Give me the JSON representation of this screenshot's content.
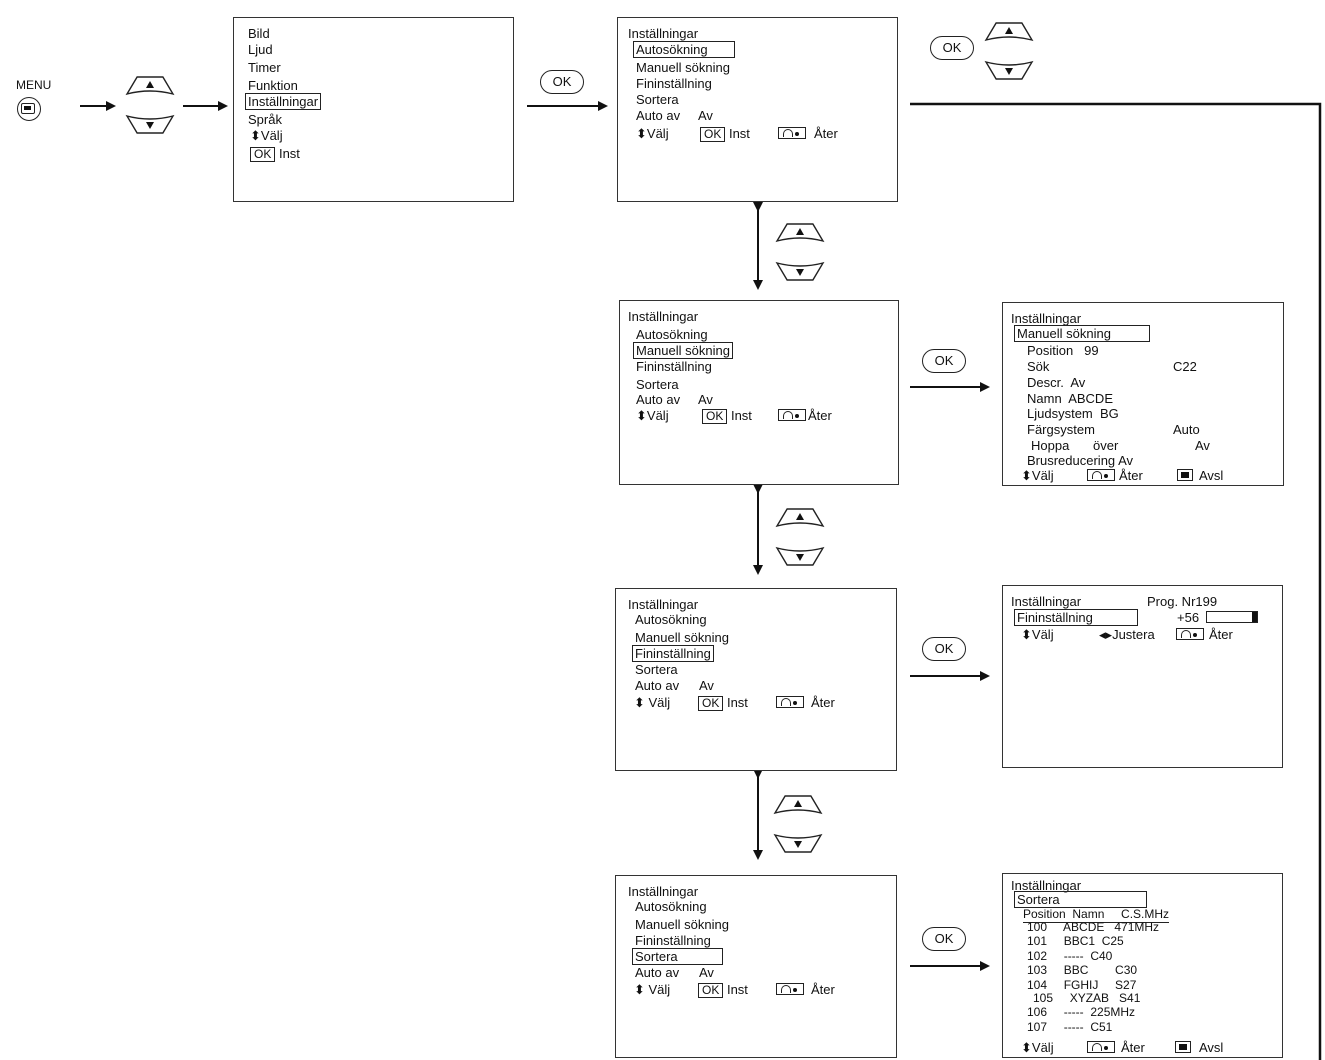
{
  "menu_label": "MENU",
  "ok": "OK",
  "main_menu": {
    "items": [
      "Bild",
      "Ljud",
      "Timer",
      "Funktion",
      "Inställningar",
      "Språk"
    ],
    "valj": "Välj",
    "inst": "Inst"
  },
  "settings": {
    "title": "Inställningar",
    "items": [
      "Autosökning",
      "Manuell sökning",
      "Fininställning",
      "Sortera"
    ],
    "auto_av_label": "Auto av",
    "auto_av_value": "Av",
    "valj": "Välj",
    "inst": "Inst",
    "ater": "Åter"
  },
  "manual_panel": {
    "title": "Inställningar",
    "heading": "Manuell sökning",
    "rows": [
      {
        "label": "Position",
        "value": "99"
      },
      {
        "label": "Sök",
        "value": "C22"
      },
      {
        "label": "Descr.",
        "value": "Av"
      },
      {
        "label": "Namn",
        "value": "ABCDE"
      },
      {
        "label": "Ljudsystem",
        "value": "BG"
      },
      {
        "label": "Färgsystem",
        "value": "Auto"
      },
      {
        "label": "Hoppa",
        "mid": "över",
        "value": "Av"
      },
      {
        "label": "Brusreducering",
        "value": "Av"
      }
    ],
    "valj": "Välj",
    "ater": "Åter",
    "avsl": "Avsl"
  },
  "fine_panel": {
    "title": "Inställningar",
    "prog": "Prog. Nr199",
    "heading": "Fininställning",
    "value": "+56",
    "valj": "Välj",
    "justera": "Justera",
    "ater": "Åter"
  },
  "sort_panel": {
    "title": "Inställningar",
    "heading": "Sortera",
    "columns": "Position  Namn     C.S.MHz",
    "rows": [
      "100     ABCDE   471MHz",
      "101     BBC1  C25",
      "102     -----  C40",
      "103     BBC        C30",
      "104     FGHIJ     S27",
      "105     XYZAB   S41",
      "106     -----  225MHz",
      "107     -----  C51"
    ],
    "valj": "Välj",
    "ater": "Åter",
    "avsl": "Avsl"
  }
}
